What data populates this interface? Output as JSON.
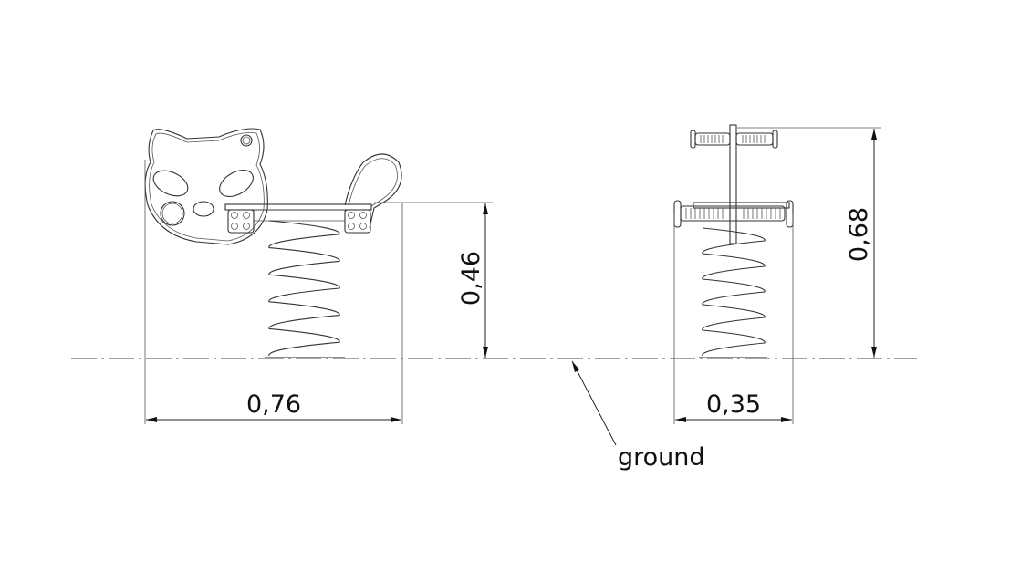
{
  "drawing": {
    "dimensions": {
      "side_width": "0,76",
      "seat_height": "0,46",
      "front_width": "0,35",
      "total_height": "0,68"
    },
    "ground_label": "ground"
  }
}
